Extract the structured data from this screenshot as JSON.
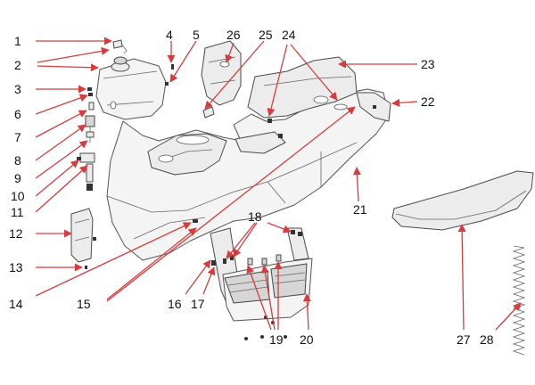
{
  "diagram": {
    "callouts": [
      {
        "id": "1",
        "text": "1"
      },
      {
        "id": "2",
        "text": "2"
      },
      {
        "id": "3",
        "text": "3"
      },
      {
        "id": "4",
        "text": "4"
      },
      {
        "id": "5",
        "text": "5"
      },
      {
        "id": "6",
        "text": "6"
      },
      {
        "id": "7",
        "text": "7"
      },
      {
        "id": "8",
        "text": "8"
      },
      {
        "id": "9",
        "text": "9"
      },
      {
        "id": "10",
        "text": "10"
      },
      {
        "id": "11",
        "text": "11"
      },
      {
        "id": "12",
        "text": "12"
      },
      {
        "id": "13",
        "text": "13"
      },
      {
        "id": "14",
        "text": "14"
      },
      {
        "id": "15",
        "text": "15"
      },
      {
        "id": "16",
        "text": "16"
      },
      {
        "id": "17",
        "text": "17"
      },
      {
        "id": "18",
        "text": "18"
      },
      {
        "id": "19",
        "text": "19"
      },
      {
        "id": "20",
        "text": "20"
      },
      {
        "id": "21",
        "text": "21"
      },
      {
        "id": "22",
        "text": "22"
      },
      {
        "id": "23",
        "text": "23"
      },
      {
        "id": "24",
        "text": "24"
      },
      {
        "id": "25",
        "text": "25"
      },
      {
        "id": "26",
        "text": "26"
      },
      {
        "id": "27",
        "text": "27"
      },
      {
        "id": "28",
        "text": "28"
      }
    ],
    "leader_color": "#d63c3c",
    "part_stroke_color": "#4a4a4a"
  }
}
